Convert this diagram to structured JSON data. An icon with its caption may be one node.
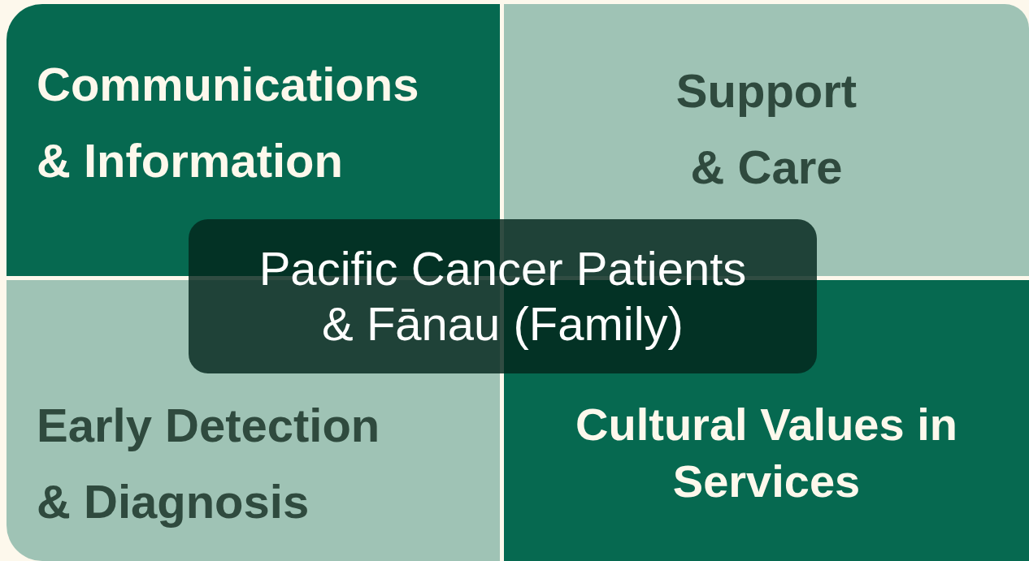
{
  "diagram": {
    "nodes": [
      {
        "text": [
          "Communications & Information"
        ]
      },
      {
        "text": [
          "Support & Care"
        ]
      },
      {
        "text": [
          "Early Detection & Diagnosis"
        ]
      },
      {
        "text": [
          "Cultural Values in Services"
        ]
      },
      {
        "text": [
          "Pacific Cancer Patients & Fānau (Family)"
        ]
      }
    ]
  }
}
